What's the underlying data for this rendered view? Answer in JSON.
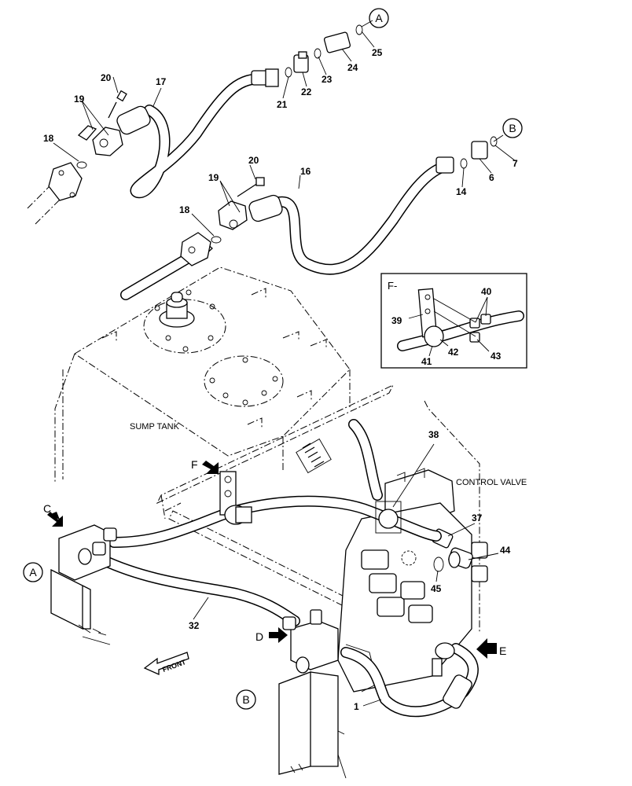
{
  "labels": {
    "sump_tank": "SUMP TANK",
    "control_valve": "CONTROL VALVE",
    "front": "FRONT",
    "inset_title": "F-"
  },
  "view_markers": {
    "c": "C",
    "d": "D",
    "e": "E",
    "f": "F"
  },
  "connection_refs": {
    "a_top": "A",
    "b_top": "B",
    "a_bottom": "A",
    "b_bottom": "B"
  },
  "part_numbers": {
    "p1": "1",
    "p6": "6",
    "p7": "7",
    "p14": "14",
    "p16": "16",
    "p17": "17",
    "p18a": "18",
    "p18b": "18",
    "p19a": "19",
    "p19b": "19",
    "p20a": "20",
    "p20b": "20",
    "p21": "21",
    "p22": "22",
    "p23": "23",
    "p24": "24",
    "p25": "25",
    "p32": "32",
    "p37": "37",
    "p38": "38",
    "p39": "39",
    "p40": "40",
    "p41": "41",
    "p42": "42",
    "p43": "43",
    "p44": "44",
    "p45": "45"
  }
}
